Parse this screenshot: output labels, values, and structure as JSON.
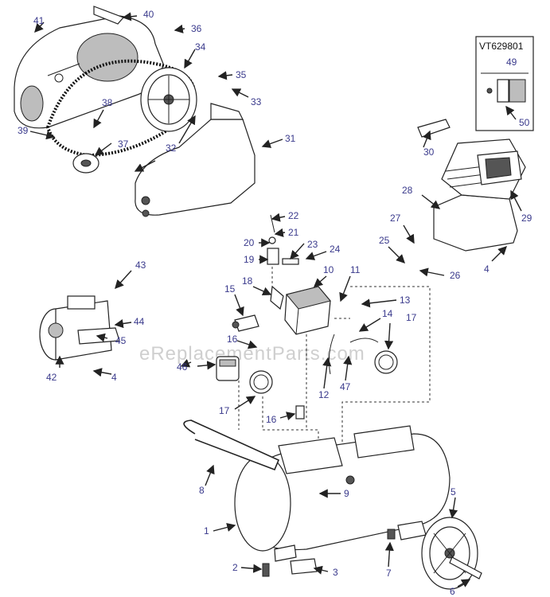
{
  "kit": {
    "code": "VT629801"
  },
  "watermark": "eReplacementParts.com",
  "callouts": [
    {
      "id": "c1",
      "text": "1"
    },
    {
      "id": "c2",
      "text": "2"
    },
    {
      "id": "c3",
      "text": "3"
    },
    {
      "id": "c4a",
      "text": "4"
    },
    {
      "id": "c4b",
      "text": "4"
    },
    {
      "id": "c5",
      "text": "5"
    },
    {
      "id": "c6",
      "text": "6"
    },
    {
      "id": "c7",
      "text": "7"
    },
    {
      "id": "c8",
      "text": "8"
    },
    {
      "id": "c9",
      "text": "9"
    },
    {
      "id": "c10",
      "text": "10"
    },
    {
      "id": "c11",
      "text": "11"
    },
    {
      "id": "c12",
      "text": "12"
    },
    {
      "id": "c13",
      "text": "13"
    },
    {
      "id": "c14",
      "text": "14"
    },
    {
      "id": "c15",
      "text": "15"
    },
    {
      "id": "c16a",
      "text": "16"
    },
    {
      "id": "c16b",
      "text": "16"
    },
    {
      "id": "c17a",
      "text": "17"
    },
    {
      "id": "c17b",
      "text": "17"
    },
    {
      "id": "c18",
      "text": "18"
    },
    {
      "id": "c19",
      "text": "19"
    },
    {
      "id": "c20",
      "text": "20"
    },
    {
      "id": "c21",
      "text": "21"
    },
    {
      "id": "c22",
      "text": "22"
    },
    {
      "id": "c23",
      "text": "23"
    },
    {
      "id": "c24",
      "text": "24"
    },
    {
      "id": "c25",
      "text": "25"
    },
    {
      "id": "c26",
      "text": "26"
    },
    {
      "id": "c27",
      "text": "27"
    },
    {
      "id": "c28",
      "text": "28"
    },
    {
      "id": "c29",
      "text": "29"
    },
    {
      "id": "c30",
      "text": "30"
    },
    {
      "id": "c31",
      "text": "31"
    },
    {
      "id": "c32",
      "text": "32"
    },
    {
      "id": "c33",
      "text": "33"
    },
    {
      "id": "c34",
      "text": "34"
    },
    {
      "id": "c35",
      "text": "35"
    },
    {
      "id": "c36",
      "text": "36"
    },
    {
      "id": "c37",
      "text": "37"
    },
    {
      "id": "c38",
      "text": "38"
    },
    {
      "id": "c39",
      "text": "39"
    },
    {
      "id": "c40",
      "text": "40"
    },
    {
      "id": "c41",
      "text": "41"
    },
    {
      "id": "c42",
      "text": "42"
    },
    {
      "id": "c43",
      "text": "43"
    },
    {
      "id": "c44",
      "text": "44"
    },
    {
      "id": "c45",
      "text": "45"
    },
    {
      "id": "c46",
      "text": "46"
    },
    {
      "id": "c47",
      "text": "47"
    },
    {
      "id": "c49",
      "text": "49"
    },
    {
      "id": "c50",
      "text": "50"
    }
  ]
}
